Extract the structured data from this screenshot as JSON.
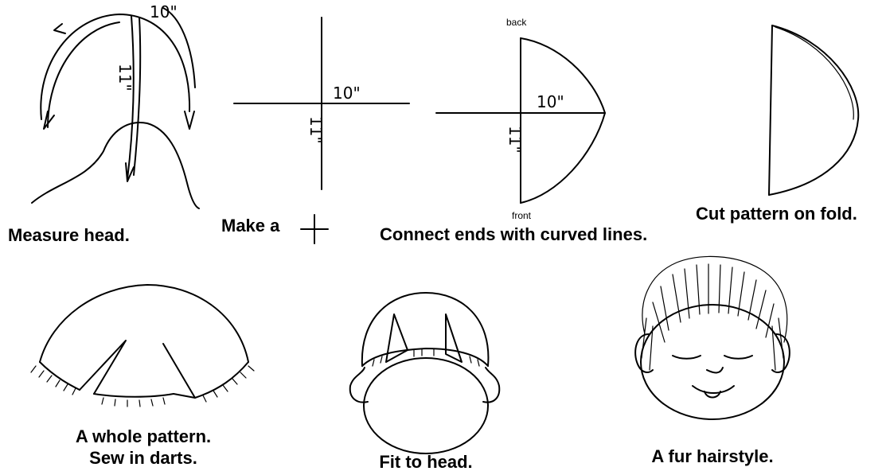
{
  "steps": {
    "measure": {
      "caption": "Measure head.",
      "label_10": "10\"",
      "label_11": "11\""
    },
    "cross": {
      "caption": "Make a",
      "label_10": "10\"",
      "label_11": "11\""
    },
    "connect": {
      "caption": "Connect ends with curved lines.",
      "label_back": "back",
      "label_front": "front",
      "label_10": "10\"",
      "label_11": "11\""
    },
    "cut": {
      "caption": "Cut pattern on fold."
    },
    "whole": {
      "caption_line1": "A whole pattern.",
      "caption_line2": "Sew in darts."
    },
    "fit": {
      "caption": "Fit to head."
    },
    "fur": {
      "caption": "A fur hairstyle."
    }
  }
}
